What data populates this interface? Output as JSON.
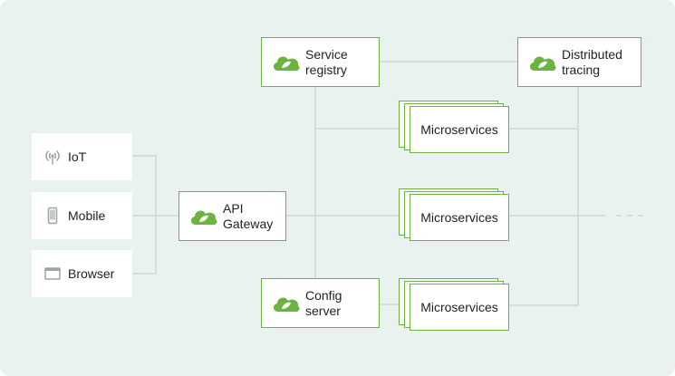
{
  "colors": {
    "background": "#eaf2ef",
    "accent": "#6db33f",
    "line": "#cfd8d5",
    "text": "#222222"
  },
  "clients": [
    {
      "label": "IoT",
      "icon": "wireless-signal-icon"
    },
    {
      "label": "Mobile",
      "icon": "mobile-phone-icon"
    },
    {
      "label": "Browser",
      "icon": "browser-window-icon"
    }
  ],
  "nodes": {
    "api_gateway": {
      "line1": "API",
      "line2": "Gateway",
      "icon": "spring-leaf-icon"
    },
    "service_registry": {
      "line1": "Service",
      "line2": "registry",
      "icon": "spring-leaf-icon"
    },
    "config_server": {
      "line1": "Config",
      "line2": "server",
      "icon": "spring-leaf-icon"
    },
    "distributed_tracing": {
      "line1": "Distributed",
      "line2": "tracing",
      "icon": "spring-leaf-icon"
    }
  },
  "microservices": [
    {
      "label": "Microservices"
    },
    {
      "label": "Microservices"
    },
    {
      "label": "Microservices"
    }
  ]
}
